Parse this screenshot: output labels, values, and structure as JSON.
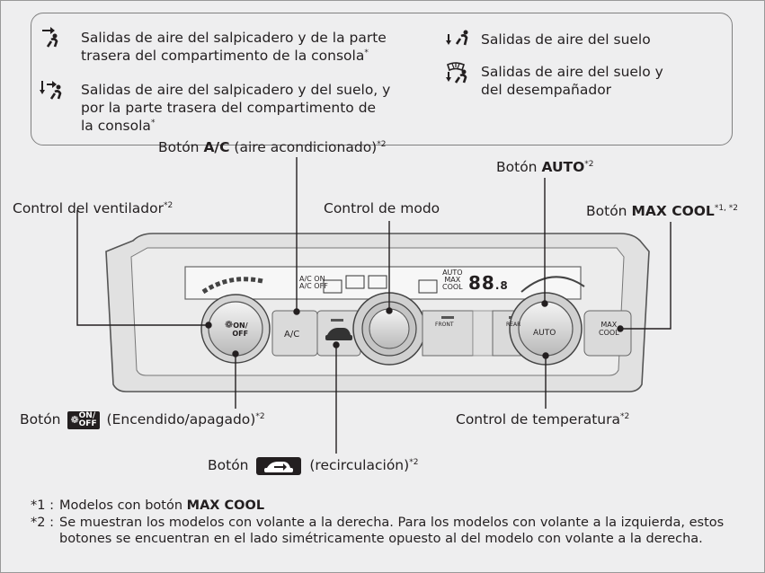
{
  "legend": {
    "items": [
      {
        "icon": "vent-dashboard-rear-icon",
        "text_l1": "Salidas de aire del salpicadero y de la parte",
        "text_l2": "trasera del compartimento de la consola",
        "star": "*"
      },
      {
        "icon": "vent-dashboard-floor-icon",
        "text_l1": "Salidas de aire del salpicadero y del suelo, y",
        "text_l2": "por la parte trasera del compartimento de",
        "text_l3": "la consola",
        "star": "*"
      },
      {
        "icon": "vent-floor-icon",
        "text_l1": "Salidas de aire del suelo"
      },
      {
        "icon": "vent-floor-defrost-icon",
        "text_l1": "Salidas de aire del suelo y",
        "text_l2": "del desempañador"
      }
    ]
  },
  "callouts": {
    "ac_prefix": "Botón ",
    "ac_bold": "A/C",
    "ac_suffix": " (aire acondicionado)",
    "ac_sup": "*2",
    "auto_prefix": "Botón ",
    "auto_bold": "AUTO",
    "auto_sup": "*2",
    "fan": "Control  del ventilador",
    "fan_sup": "*2",
    "mode": "Control de modo",
    "maxcool_prefix": "Botón ",
    "maxcool_bold": "MAX COOL",
    "maxcool_sup": "*1, *2",
    "onoff_prefix": "Botón ",
    "onoff_btn_top": "ON/",
    "onoff_btn_bot": "OFF",
    "onoff_suffix": " (Encendido/apagado)",
    "onoff_sup": "*2",
    "temp": "Control de temperatura",
    "temp_sup": "*2",
    "recirc_prefix": "Botón ",
    "recirc_suffix": " (recirculación)",
    "recirc_sup": "*2"
  },
  "panel": {
    "ac_on": "A/C ON",
    "ac_off": "A/C OFF",
    "auto": "AUTO",
    "max": "MAX",
    "cool": "COOL",
    "digits": "88",
    "digit_small": ".8",
    "fan_knob_top": "ON/",
    "fan_knob_bot": "OFF",
    "ac_btn": "A/C",
    "front": "FRONT",
    "rear": "REAR",
    "auto_knob": "AUTO",
    "max_btn_1": "MAX",
    "max_btn_2": "COOL"
  },
  "footnotes": {
    "n1_key": "*1 :",
    "n1_prefix": "Modelos con botón ",
    "n1_bold": "MAX COOL",
    "n2_key": "*2 :",
    "n2_l1": "Se muestran los modelos con volante a la derecha. Para los modelos con volante a la izquierda, estos",
    "n2_l2": "botones se encuentran en el lado simétricamente opuesto al del modelo con volante a la derecha."
  }
}
